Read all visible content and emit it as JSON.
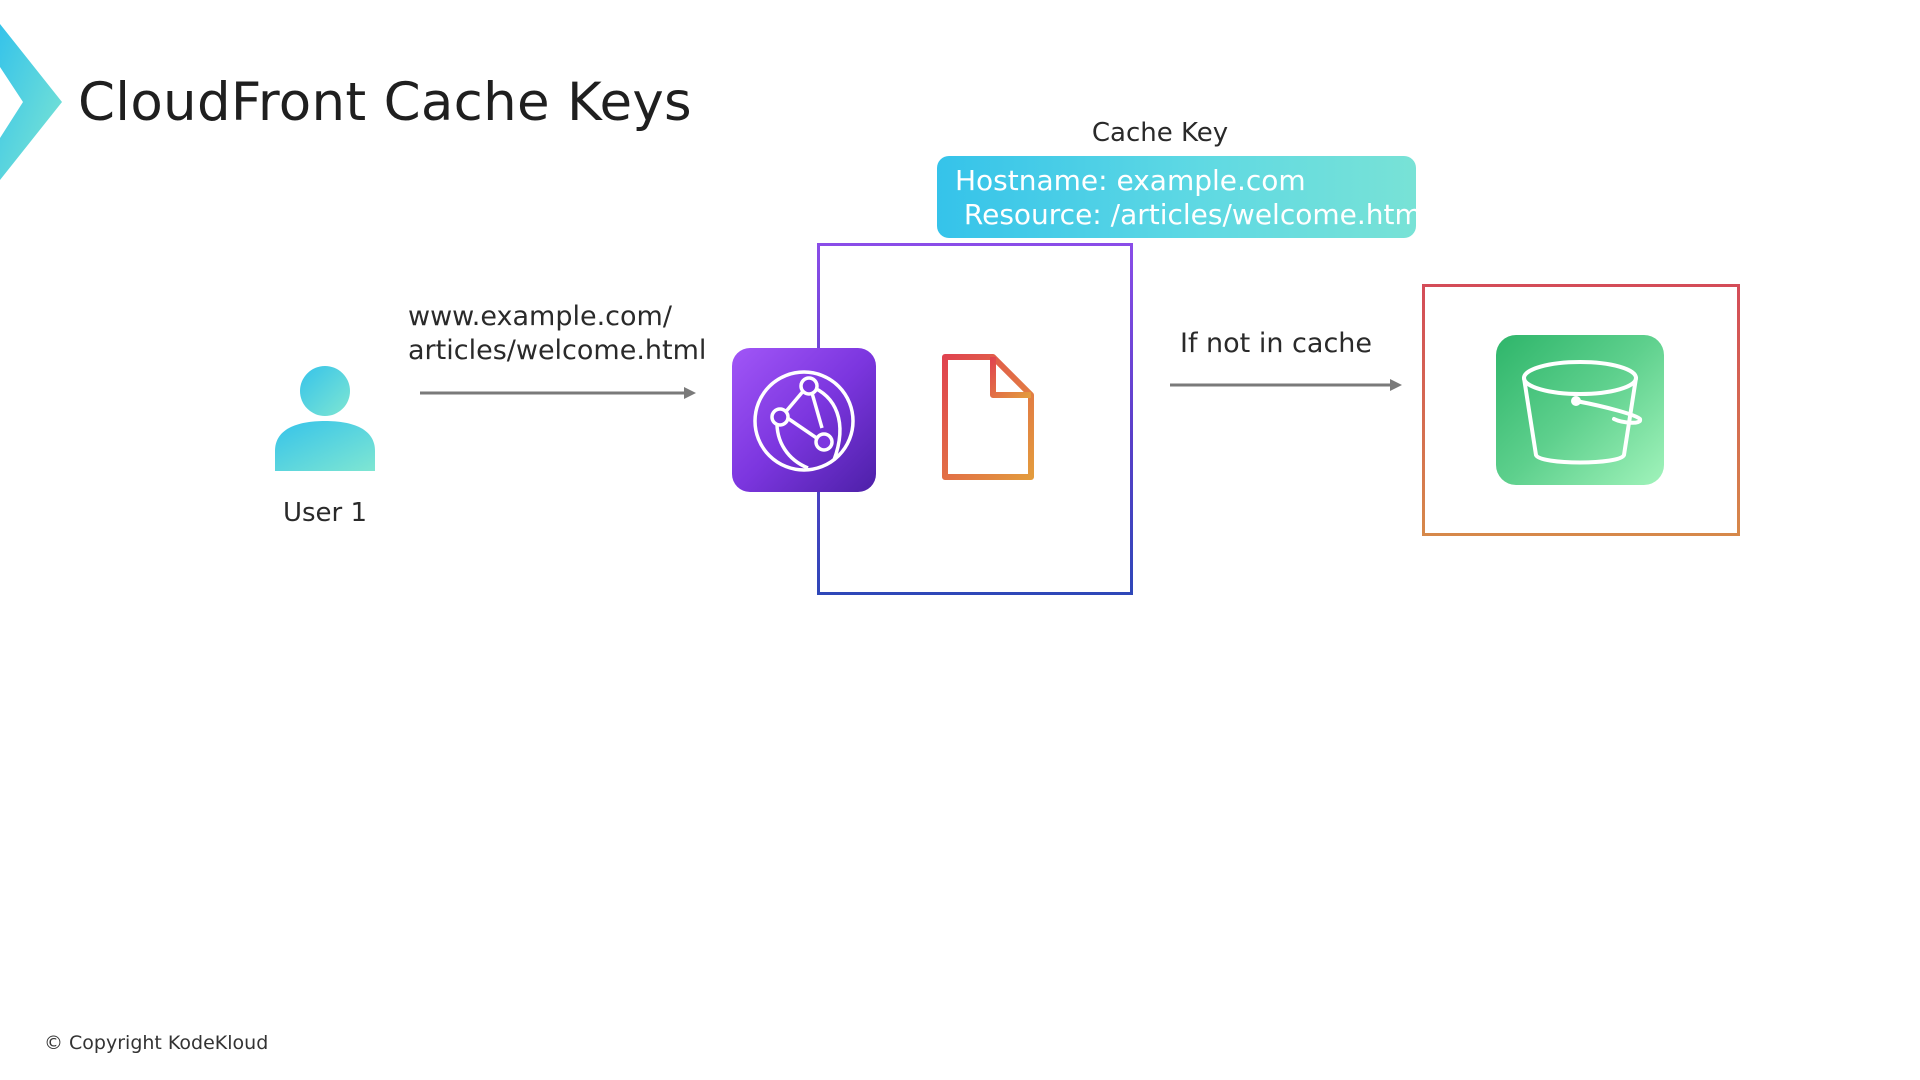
{
  "slide": {
    "title": "CloudFront Cache Keys",
    "copyright": "© Copyright KodeKloud"
  },
  "cache_key": {
    "label": "Cache Key",
    "text": "Hostname: example.com\n Resource: /articles/welcome.html"
  },
  "user": {
    "label": "User 1",
    "icon": "user-icon"
  },
  "request": {
    "text": "www.example.com/\narticles/welcome.html"
  },
  "cache_miss": {
    "text": "If not in cache"
  },
  "icons": {
    "edge": "cloudfront-icon",
    "cached_object": "file-icon",
    "origin": "s3-bucket-icon"
  },
  "colors": {
    "accent_teal": "#35c3ea",
    "cloudfront_purple": "#7c36df",
    "s3_green": "#2eb56a",
    "file_gradient_start": "#e0434f",
    "file_gradient_end": "#e39b3d"
  }
}
